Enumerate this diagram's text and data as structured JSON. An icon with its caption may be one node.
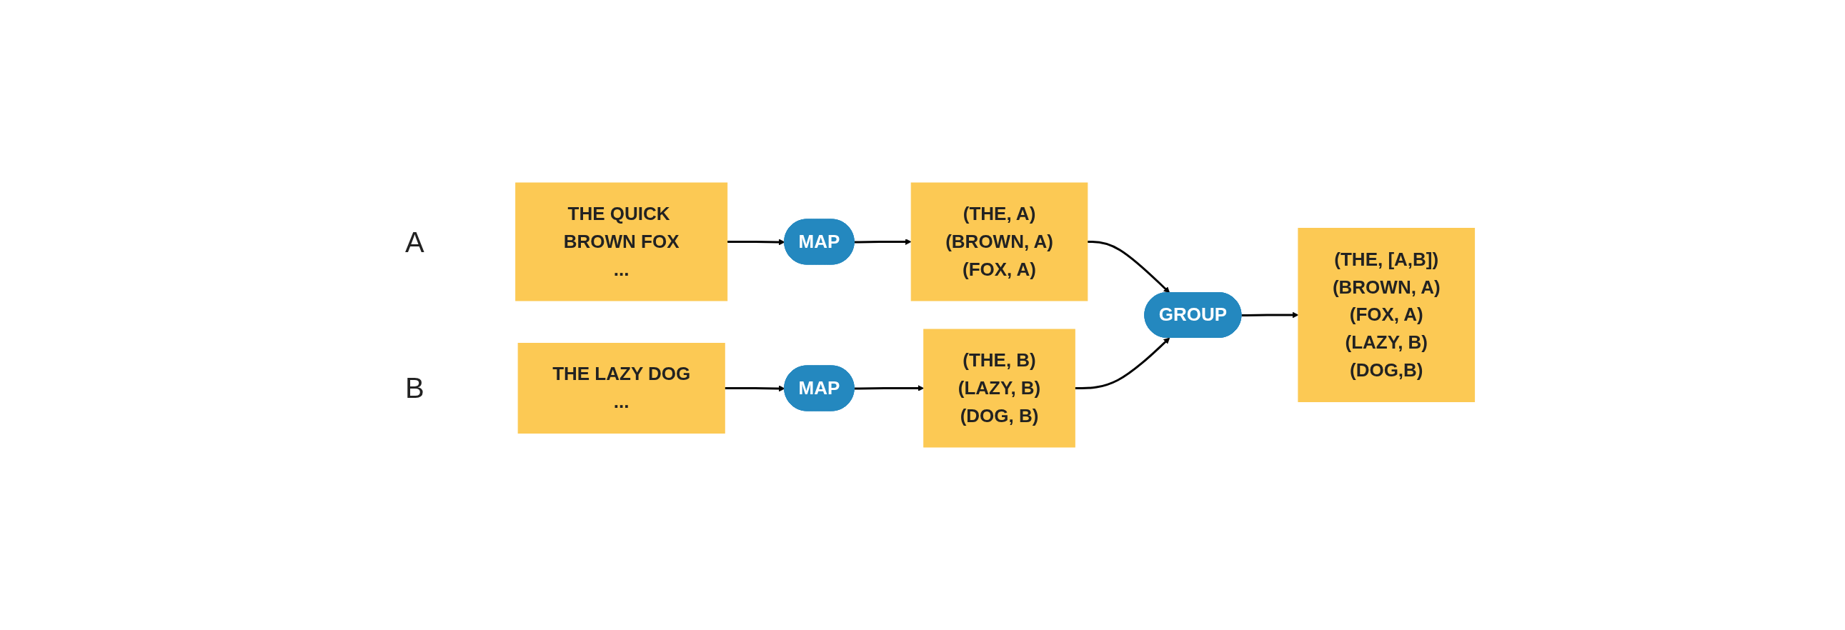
{
  "diagram": {
    "nodes": [
      {
        "text": [
          "THE QUICK BROWN FOX",
          "..."
        ],
        "beside": [
          "A"
        ]
      },
      {
        "text": [
          "MAP"
        ]
      },
      {
        "text": [
          "(THE, A)",
          "(BROWN, A)",
          "(FOX, A)"
        ]
      },
      {
        "text": [
          "THE LAZY DOG",
          "..."
        ],
        "beside": [
          "B"
        ]
      },
      {
        "text": [
          "MAP"
        ]
      },
      {
        "text": [
          "(THE, B)",
          "(LAZY, B)",
          "(DOG, B)"
        ]
      },
      {
        "text": [
          "GROUP"
        ]
      },
      {
        "text": [
          "(THE, [A,B])",
          "(BROWN, A)",
          "(FOX, A)",
          "(LAZY, B)",
          "(DOG,B)"
        ]
      }
    ],
    "edges": [
      {
        "from": 0,
        "to": 1,
        "arrow": "to"
      },
      {
        "from": 1,
        "to": 2,
        "arrow": "to"
      },
      {
        "from": 3,
        "to": 4,
        "arrow": "to"
      },
      {
        "from": 4,
        "to": 5,
        "arrow": "to"
      },
      {
        "from": 2,
        "to": 6,
        "arrow": "to"
      },
      {
        "from": 5,
        "to": 6,
        "arrow": "to"
      },
      {
        "from": 6,
        "to": 7,
        "arrow": "to"
      }
    ]
  }
}
